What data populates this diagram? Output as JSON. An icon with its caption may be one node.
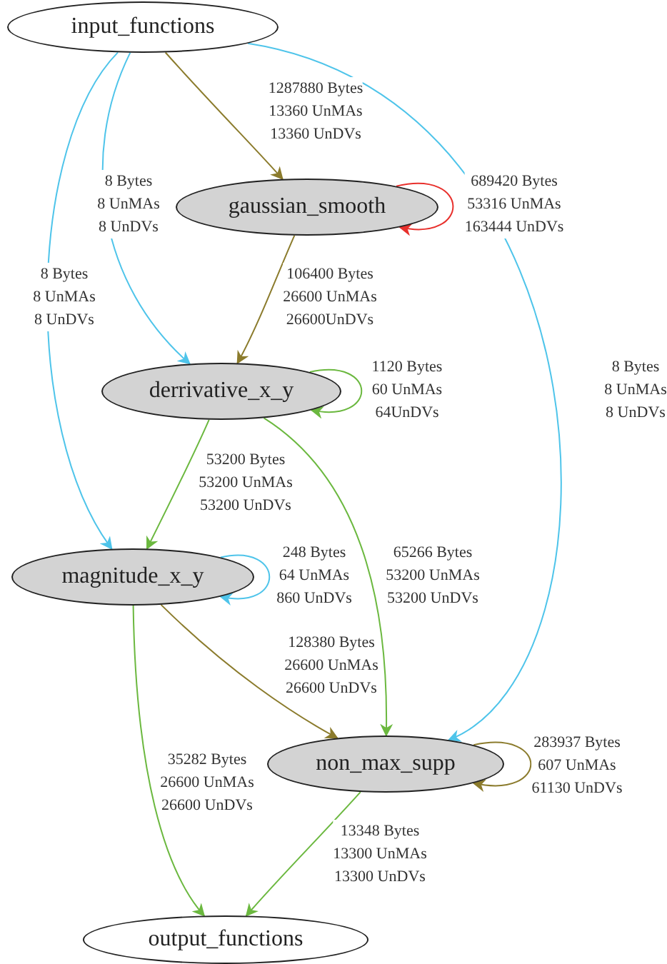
{
  "diagram": {
    "nodes": [
      {
        "text": [
          "input_functions"
        ]
      },
      {
        "text": [
          "gaussian_smooth"
        ]
      },
      {
        "text": [
          "derrivative_x_y"
        ]
      },
      {
        "text": [
          "magnitude_x_y"
        ]
      },
      {
        "text": [
          "non_max_supp"
        ]
      },
      {
        "text": [
          "output_functions"
        ]
      }
    ],
    "edges": [
      {
        "from": 0,
        "to": 1,
        "arrow": "to",
        "color": "#8b7b2c",
        "label": "1287880 Bytes 13360 UnMAs 13360 UnDVs"
      },
      {
        "from": 0,
        "to": 2,
        "arrow": "to",
        "color": "#4ec4ea",
        "label": "8 Bytes 8 UnMAs 8 UnDVs"
      },
      {
        "from": 0,
        "to": 3,
        "arrow": "to",
        "color": "#4ec4ea",
        "label": "8 Bytes 8 UnMAs 8 UnDVs"
      },
      {
        "from": 0,
        "to": 4,
        "arrow": "to",
        "color": "#4ec4ea",
        "label": "8 Bytes 8 UnMAs 8 UnDVs"
      },
      {
        "from": 1,
        "to": 1,
        "arrow": "to",
        "color": "#e8302c",
        "label": "689420 Bytes 53316 UnMAs 163444 UnDVs"
      },
      {
        "from": 1,
        "to": 2,
        "arrow": "to",
        "color": "#8b7b2c",
        "label": "106400 Bytes 26600 UnMAs 26600UnDVs"
      },
      {
        "from": 2,
        "to": 2,
        "arrow": "to",
        "color": "#6bb83f",
        "label": "1120 Bytes 60 UnMAs 64UnDVs"
      },
      {
        "from": 2,
        "to": 3,
        "arrow": "to",
        "color": "#6bb83f",
        "label": "53200 Bytes 53200 UnMAs 53200 UnDVs"
      },
      {
        "from": 2,
        "to": 4,
        "arrow": "to",
        "color": "#6bb83f",
        "label": "65266 Bytes 53200 UnMAs 53200 UnDVs"
      },
      {
        "from": 3,
        "to": 3,
        "arrow": "to",
        "color": "#4ec4ea",
        "label": "248 Bytes 64 UnMAs 860 UnDVs"
      },
      {
        "from": 3,
        "to": 4,
        "arrow": "to",
        "color": "#8b7b2c",
        "label": "128380 Bytes 26600 UnMAs 26600 UnDVs"
      },
      {
        "from": 3,
        "to": 5,
        "arrow": "to",
        "color": "#6bb83f",
        "label": "35282 Bytes 26600 UnMAs 26600 UnDVs"
      },
      {
        "from": 4,
        "to": 4,
        "arrow": "to",
        "color": "#8b7b2c",
        "label": "283937 Bytes 607 UnMAs 61130 UnDVs"
      },
      {
        "from": 4,
        "to": 5,
        "arrow": "to",
        "color": "#6bb83f",
        "label": "13348 Bytes 13300 UnMAs 13300 UnDVs"
      }
    ]
  }
}
